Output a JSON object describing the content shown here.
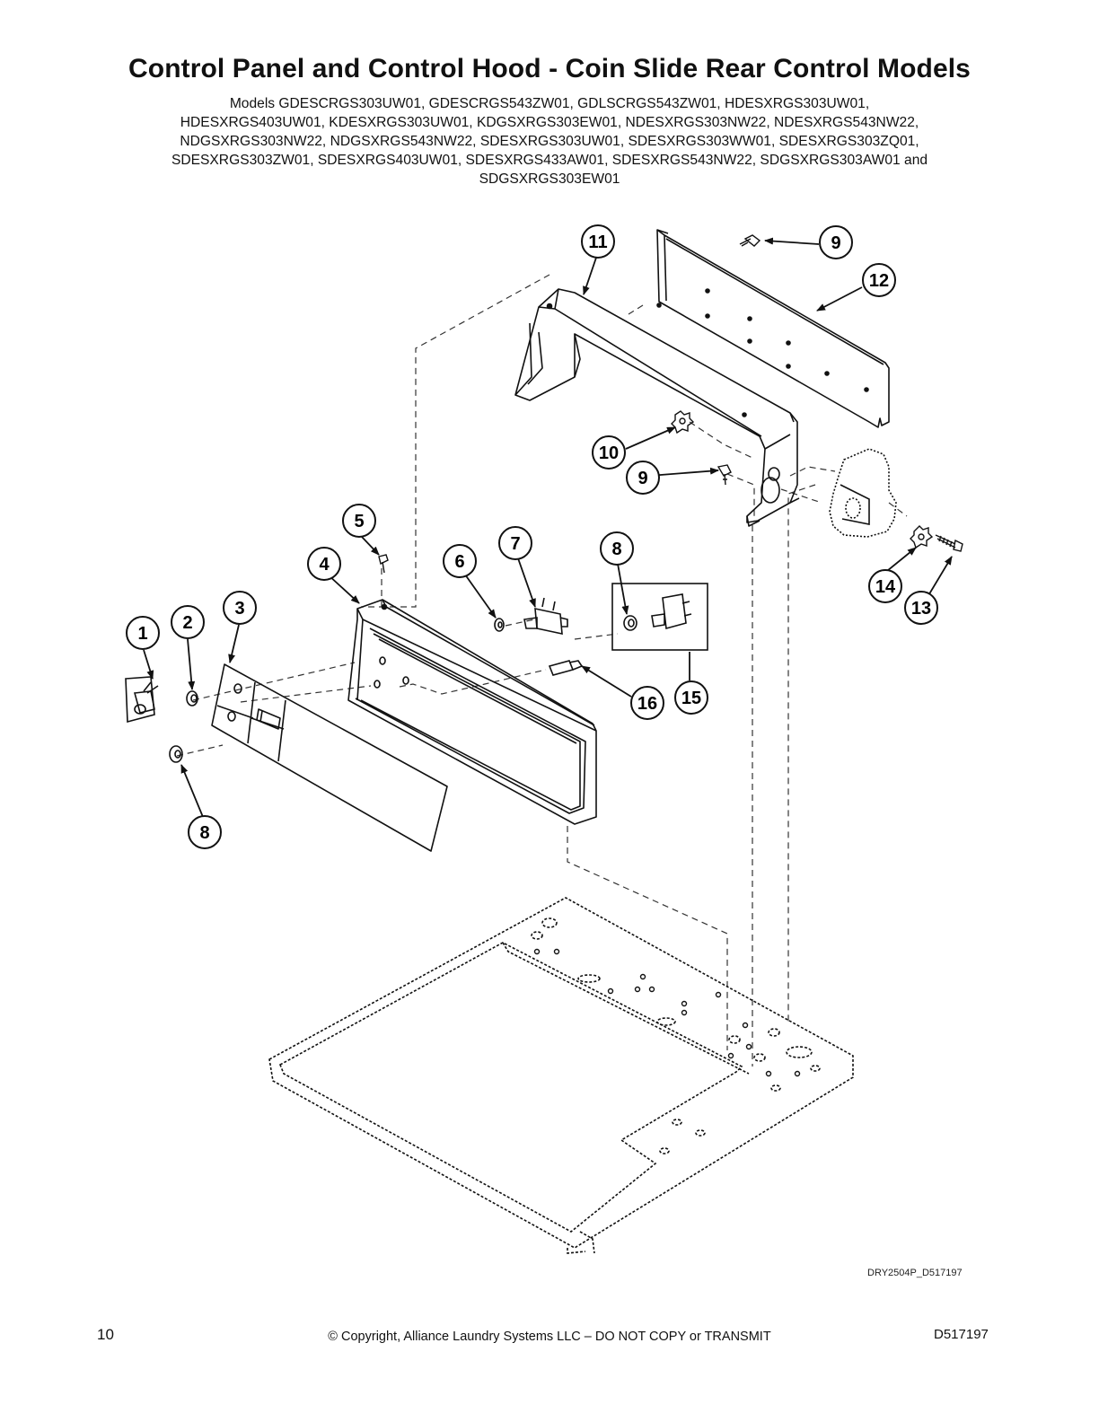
{
  "page": {
    "title": "Control Panel and Control Hood - Coin Slide Rear Control Models",
    "models_lines": [
      "Models GDESCRGS303UW01, GDESCRGS543ZW01, GDLSCRGS543ZW01, HDESXRGS303UW01,",
      "HDESXRGS403UW01, KDESXRGS303UW01, KDGSXRGS303EW01, NDESXRGS303NW22, NDESXRGS543NW22,",
      "NDGSXRGS303NW22, NDGSXRGS543NW22, SDESXRGS303UW01, SDESXRGS303WW01, SDESXRGS303ZQ01,",
      "SDESXRGS303ZW01, SDESXRGS403UW01, SDESXRGS433AW01, SDESXRGS543NW22, SDGSXRGS303AW01 and",
      "SDGSXRGS303EW01"
    ],
    "drawing_ref": "DRY2504P_D517197",
    "page_number": "10",
    "copyright": "© Copyright, Alliance Laundry Systems LLC – DO NOT COPY or TRANSMIT",
    "doc_id": "D517197"
  },
  "callouts": [
    "1",
    "2",
    "3",
    "4",
    "5",
    "6",
    "7",
    "8",
    "8",
    "9",
    "9",
    "10",
    "11",
    "12",
    "13",
    "14",
    "15",
    "16"
  ]
}
